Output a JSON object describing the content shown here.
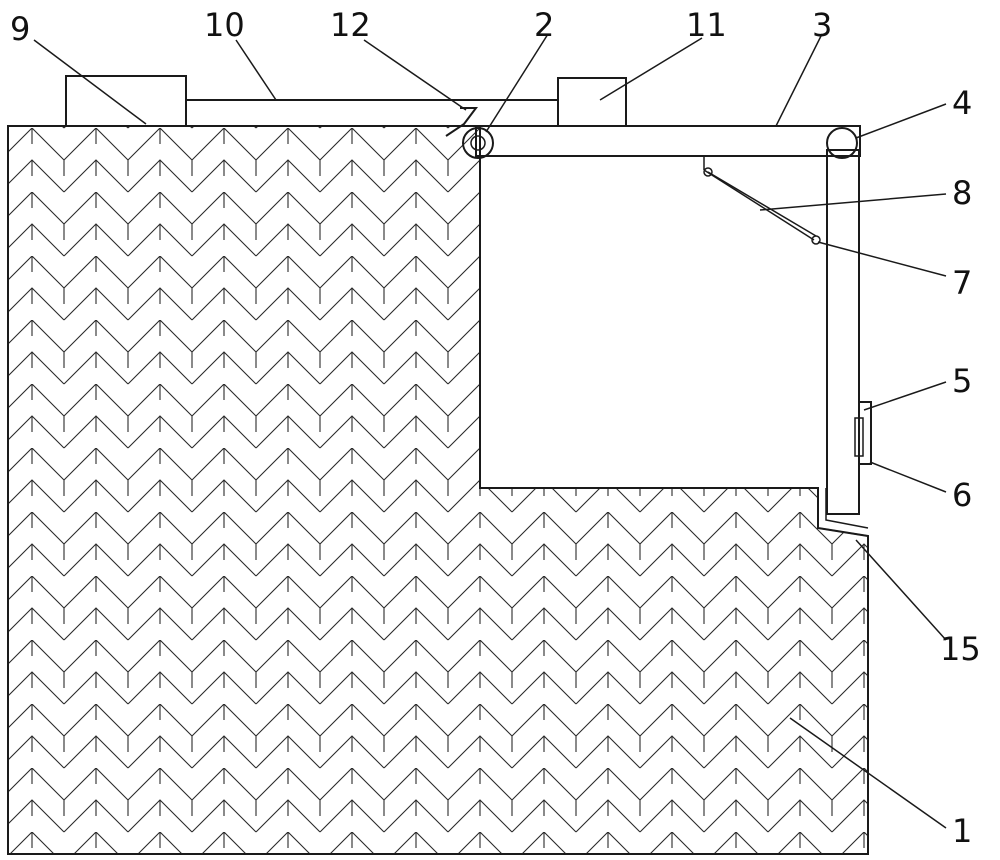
{
  "labels": {
    "n1": "1",
    "n2": "2",
    "n3": "3",
    "n4": "4",
    "n5": "5",
    "n6": "6",
    "n7": "7",
    "n8": "8",
    "n9": "9",
    "n10": "10",
    "n11": "11",
    "n12": "12",
    "n15": "15"
  },
  "colors": {
    "line": "#1a1a1a",
    "background": "#ffffff"
  }
}
